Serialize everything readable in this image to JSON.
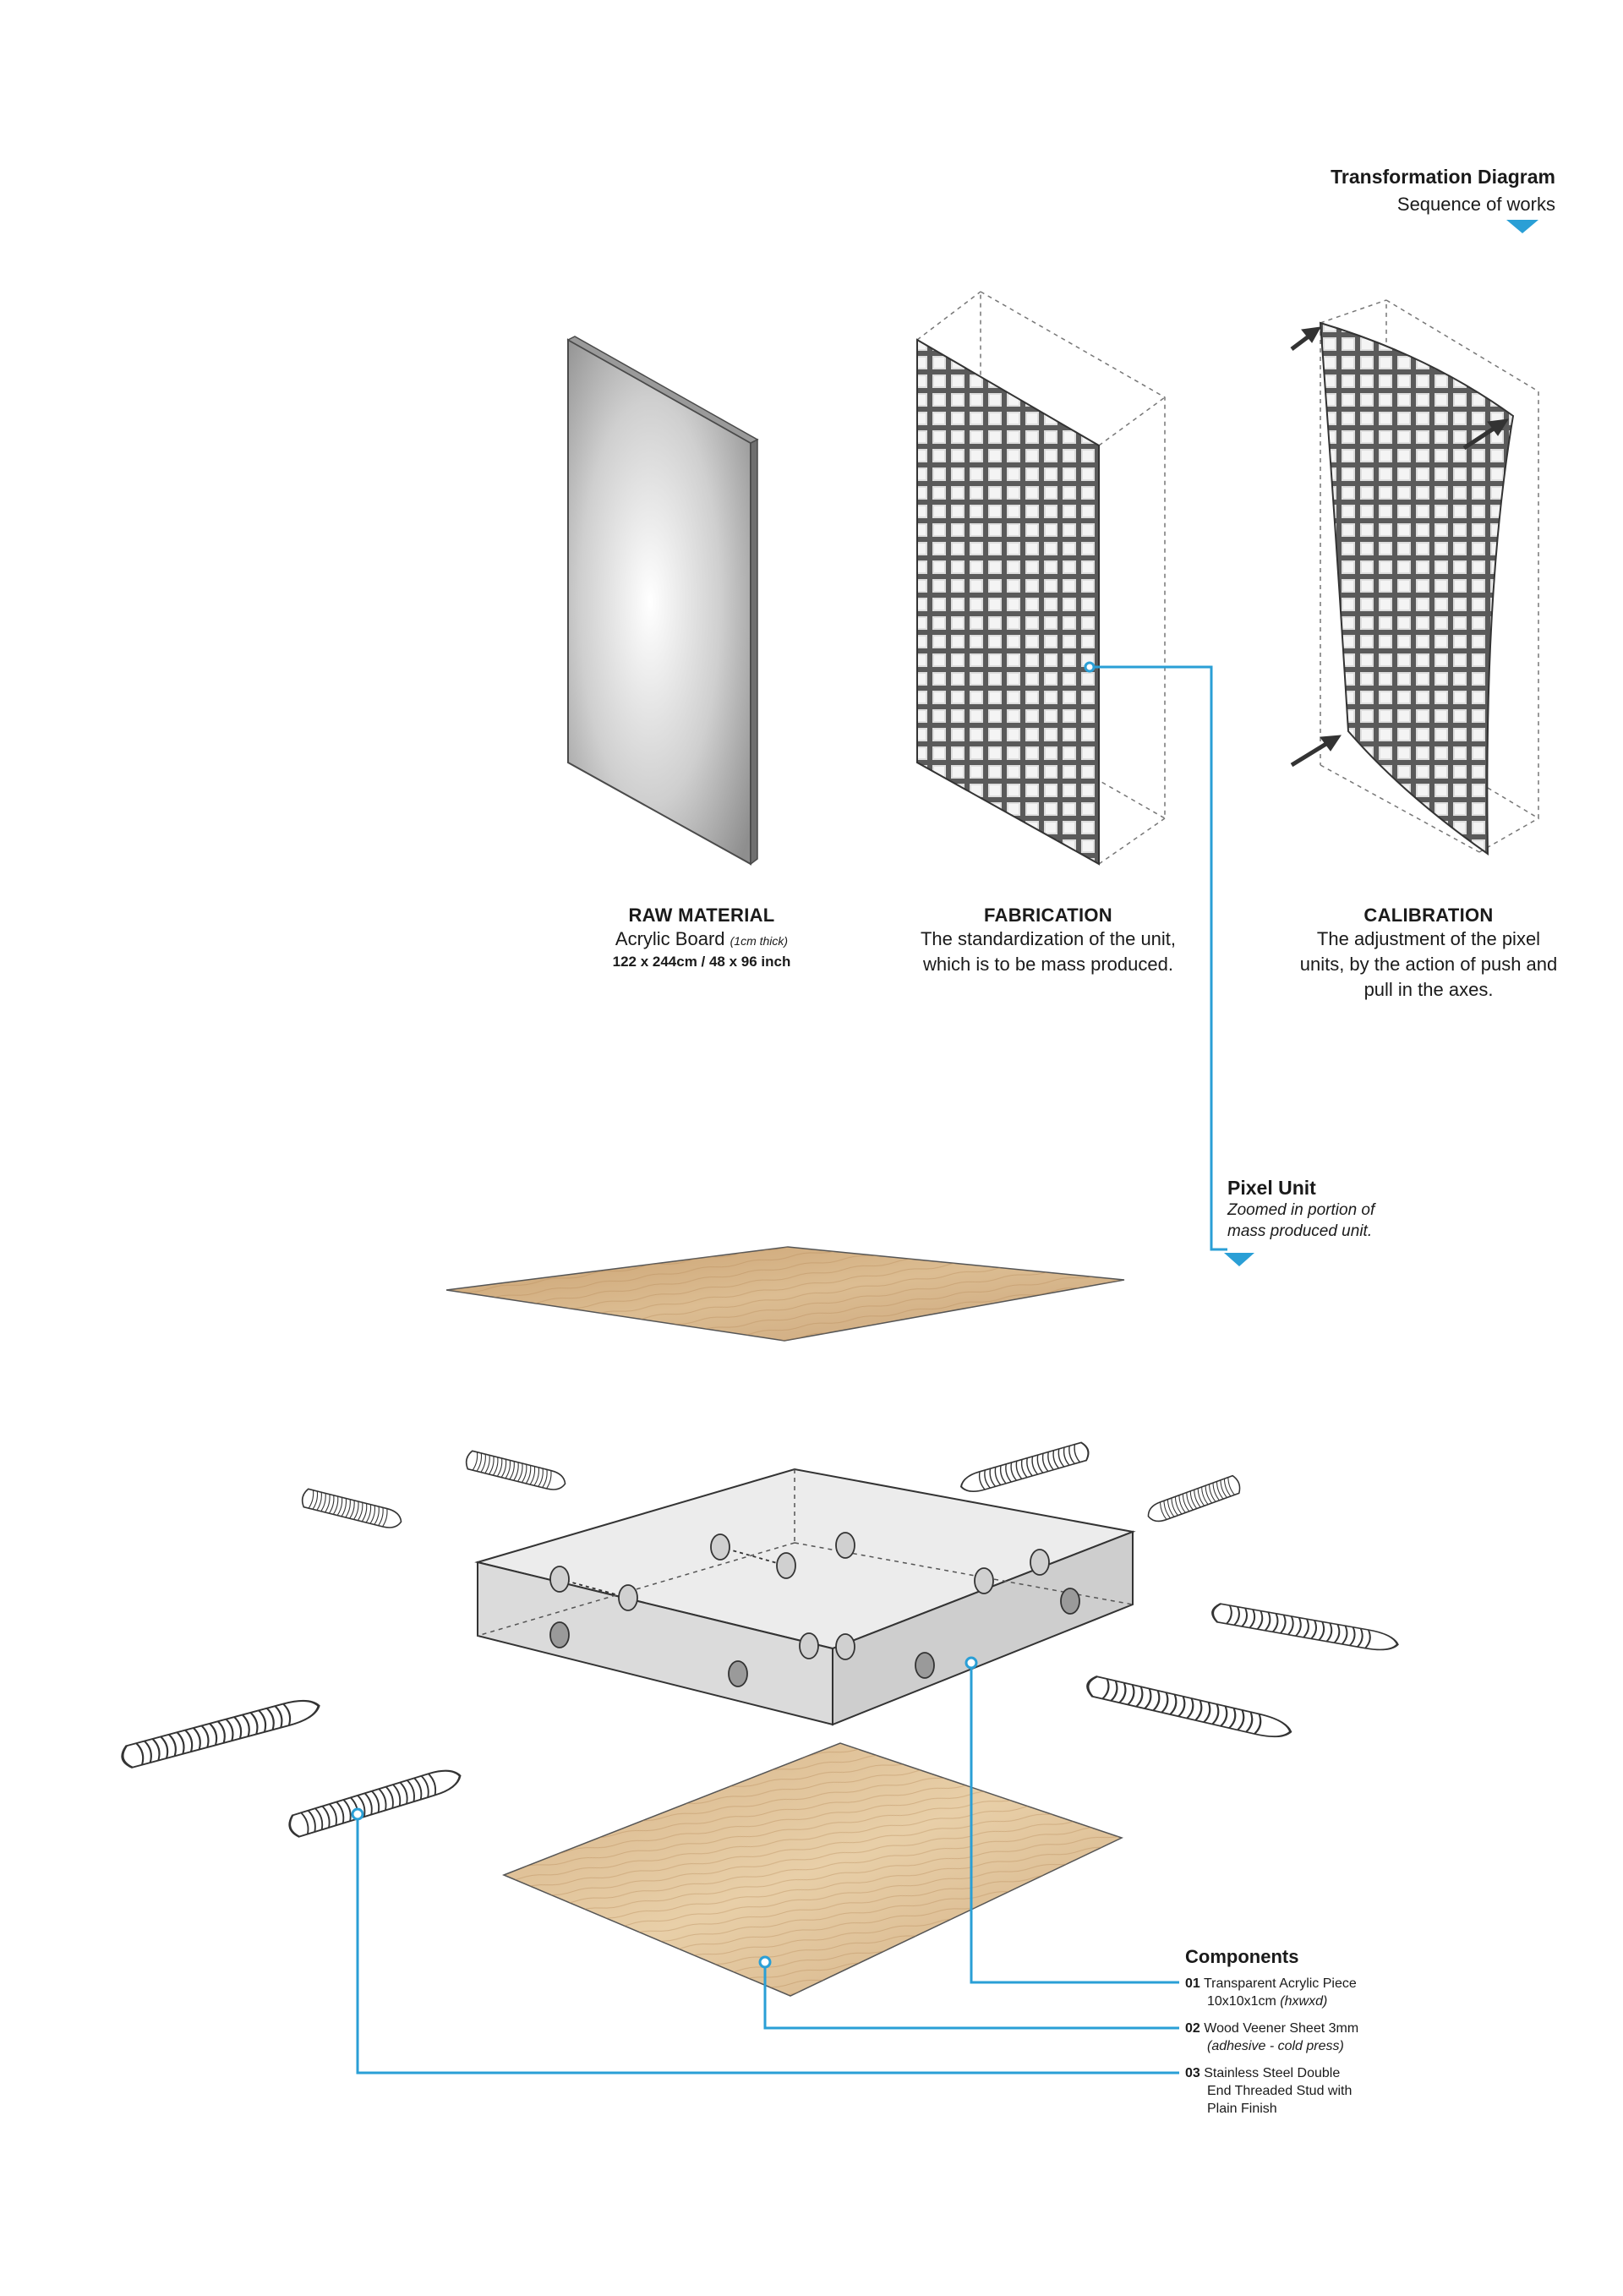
{
  "header": {
    "title": "Transformation Diagram",
    "subtitle": "Sequence of works"
  },
  "stages": [
    {
      "title": "RAW MATERIAL",
      "desc": "Acrylic Board",
      "note": "(1cm thick)",
      "dims": "122 x 244cm / 48 x  96 inch"
    },
    {
      "title": "FABRICATION",
      "line1": "The standardization of the unit,",
      "line2": "which is to be mass produced."
    },
    {
      "title": "CALIBRATION",
      "line1": "The adjustment of the pixel",
      "line2": "units, by the action of push and",
      "line3": "pull in the axes."
    }
  ],
  "pixel_unit": {
    "title": "Pixel Unit",
    "line1": "Zoomed in portion of",
    "line2": "mass produced unit."
  },
  "components": {
    "title": "Components",
    "items": [
      {
        "num": "01",
        "line1": "Transparent Acrylic Piece",
        "line2": "10x10x1cm",
        "line2_note": "(hxwxd)"
      },
      {
        "num": "02",
        "line1": "Wood Veener Sheet 3mm",
        "line2_note": "(adhesive - cold press)"
      },
      {
        "num": "03",
        "line1": "Stainless Steel Double",
        "line2": "End Threaded Stud with",
        "line3": "Plain Finish"
      }
    ]
  },
  "colors": {
    "accent": "#2a9fd6",
    "wood": "#d9b78a",
    "acrylic": "#cfcfcf"
  }
}
